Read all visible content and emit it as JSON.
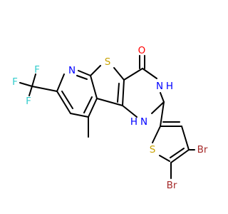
{
  "molecule": {
    "colors": {
      "bond": "#000000",
      "nitrogen": "#0000ff",
      "oxygen": "#ff0000",
      "sulfur": "#c8a200",
      "fluorine": "#33cccc",
      "bromine": "#a52a2a",
      "carbon": "#000000"
    },
    "atoms": {
      "o": "O",
      "n_pyridine": "N",
      "nh_upper": "N",
      "h_upper": "H",
      "nh_lower": "N",
      "h_lower": "H",
      "s_fused": "S",
      "s_thiophene": "S",
      "br_upper": "Br",
      "br_lower": "Br",
      "f_top": "F",
      "f_left": "F",
      "f_bottom": "F"
    }
  }
}
